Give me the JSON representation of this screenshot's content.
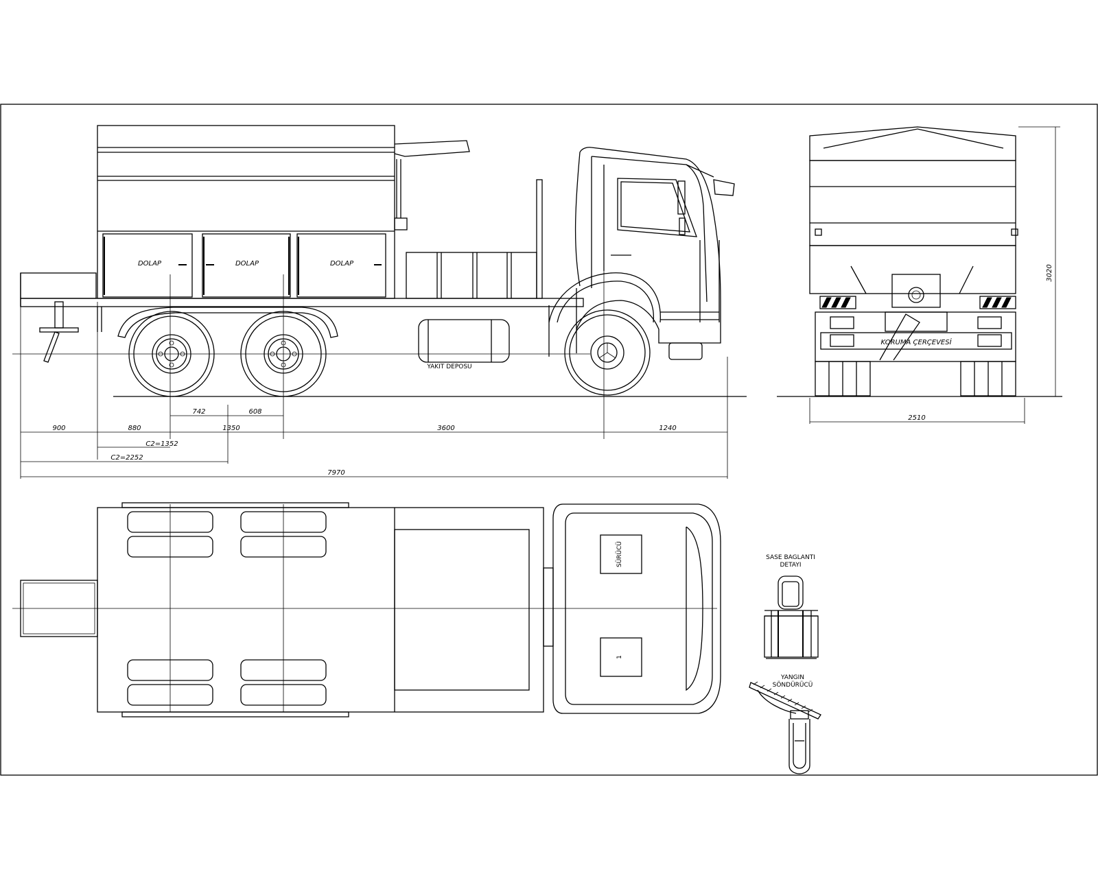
{
  "side_view": {
    "compartment_labels": [
      "DOLAP",
      "DOLAP",
      "DOLAP"
    ],
    "fuel_tank_label": "YAKIT DEPOSU"
  },
  "rear_view": {
    "guard_label": "KORUMA ÇERÇEVESİ",
    "height_dim": "3020",
    "width_dim": "2510"
  },
  "dimensions": {
    "d900": "900",
    "d880": "880",
    "d742": "742",
    "d608": "608",
    "d1350": "1350",
    "d3600": "3600",
    "d1240": "1240",
    "c2_1352": "C2=1352",
    "c2_2252": "C2=2252",
    "total": "7970"
  },
  "top_view": {
    "driver_seat": "SÜRÜCÜ",
    "passenger_seat": "1"
  },
  "details": {
    "chassis_title_1": "SASE BAGLANTI",
    "chassis_title_2": "DETAYI",
    "extinguisher_title_1": "YANGIN",
    "extinguisher_title_2": "SÖNDÜRÜCÜ"
  }
}
